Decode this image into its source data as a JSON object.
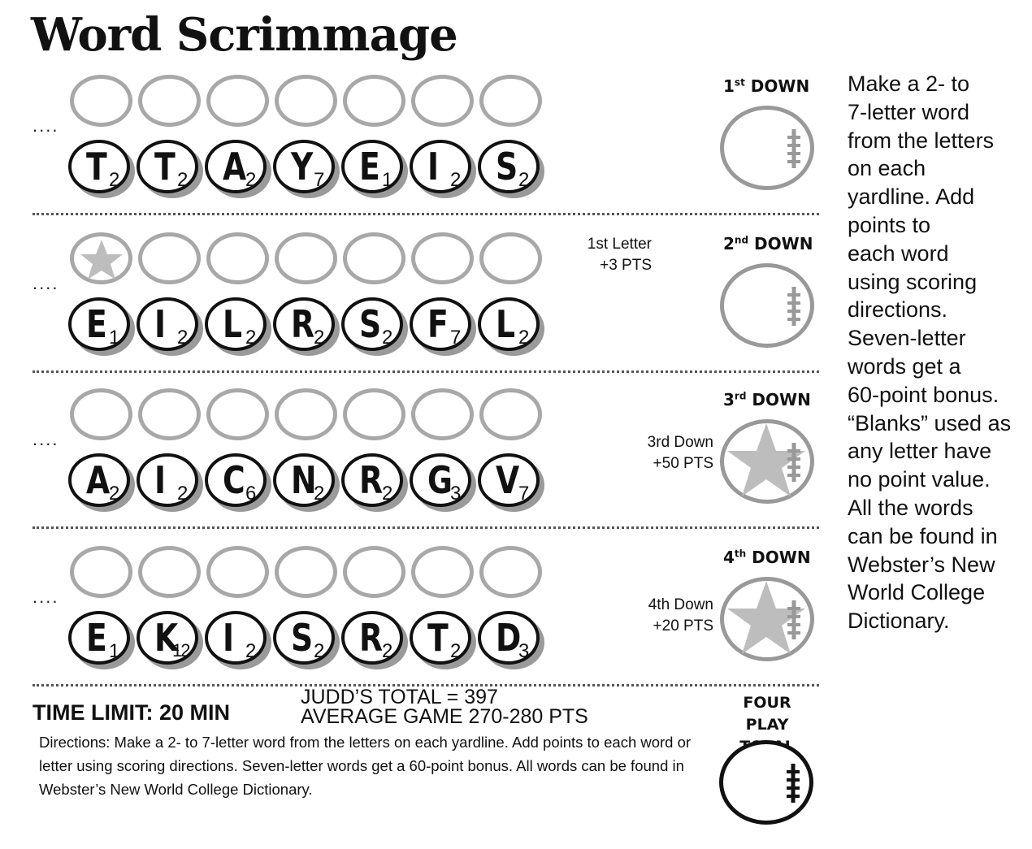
{
  "title": "Word Scrimmage",
  "dots": "....",
  "rows": [
    {
      "down_label": "1st DOWN",
      "down_num": "1",
      "down_sup": "st",
      "down_word": " DOWN",
      "tiles": [
        {
          "l": "T",
          "p": "2"
        },
        {
          "l": "T",
          "p": "2"
        },
        {
          "l": "A",
          "p": "2"
        },
        {
          "l": "Y",
          "p": "7"
        },
        {
          "l": "E",
          "p": "1"
        },
        {
          "l": "I",
          "p": "2"
        },
        {
          "l": "S",
          "p": "2"
        }
      ],
      "bonus_line1": "",
      "bonus_line2": "",
      "star_slot": null,
      "star_ball": false
    },
    {
      "down_label": "2nd DOWN",
      "down_num": "2",
      "down_sup": "nd",
      "down_word": " DOWN",
      "tiles": [
        {
          "l": "E",
          "p": "1"
        },
        {
          "l": "I",
          "p": "2"
        },
        {
          "l": "L",
          "p": "2"
        },
        {
          "l": "R",
          "p": "2"
        },
        {
          "l": "S",
          "p": "2"
        },
        {
          "l": "F",
          "p": "7"
        },
        {
          "l": "L",
          "p": "2"
        }
      ],
      "bonus_line1": "1st Letter",
      "bonus_line2": "+3 PTS",
      "star_slot": 0,
      "star_ball": false
    },
    {
      "down_label": "3rd DOWN",
      "down_num": "3",
      "down_sup": "rd",
      "down_word": " DOWN",
      "tiles": [
        {
          "l": "A",
          "p": "2"
        },
        {
          "l": "I",
          "p": "2"
        },
        {
          "l": "C",
          "p": "6"
        },
        {
          "l": "N",
          "p": "2"
        },
        {
          "l": "R",
          "p": "2"
        },
        {
          "l": "G",
          "p": "3"
        },
        {
          "l": "V",
          "p": "7"
        }
      ],
      "bonus_line1": "3rd Down",
      "bonus_line2": "+50 PTS",
      "star_slot": null,
      "star_ball": true
    },
    {
      "down_label": "4th DOWN",
      "down_num": "4",
      "down_sup": "th",
      "down_word": " DOWN",
      "tiles": [
        {
          "l": "E",
          "p": "1"
        },
        {
          "l": "K",
          "p": "12"
        },
        {
          "l": "I",
          "p": "2"
        },
        {
          "l": "S",
          "p": "2"
        },
        {
          "l": "R",
          "p": "2"
        },
        {
          "l": "T",
          "p": "2"
        },
        {
          "l": "D",
          "p": "3"
        }
      ],
      "bonus_line1": "4th Down",
      "bonus_line2": "+20 PTS",
      "star_slot": null,
      "star_ball": true
    }
  ],
  "sidebar_lines": [
    "Make a 2- to",
    "7-letter word",
    "from the letters",
    "on each",
    "yardline. Add",
    "points to",
    "each word",
    "using scoring",
    "directions.",
    "Seven-letter",
    "words get a",
    "60-point bonus.",
    "“Blanks” used as",
    "any letter have",
    "no point value.",
    "All the words",
    "can be found in",
    "Webster’s New",
    "World College",
    "Dictionary."
  ],
  "time_limit": "TIME LIMIT: 20 MIN",
  "judd_total": "JUDD’S TOTAL = 397",
  "average_game": "AVERAGE GAME 270-280 PTS",
  "directions": "Directions: Make a 2- to 7-letter word from the letters on each yardline. Add points to each word or letter using scoring directions. Seven-letter words get a 60-point bonus. All words can be found in Webster’s New World College Dictionary.",
  "four_play_line1": "FOUR PLAY",
  "four_play_line2": "TOTAL",
  "colors": {
    "slot_border": "#a8a8a8",
    "star_fill": "#bdbdbd",
    "ink": "#111111"
  }
}
